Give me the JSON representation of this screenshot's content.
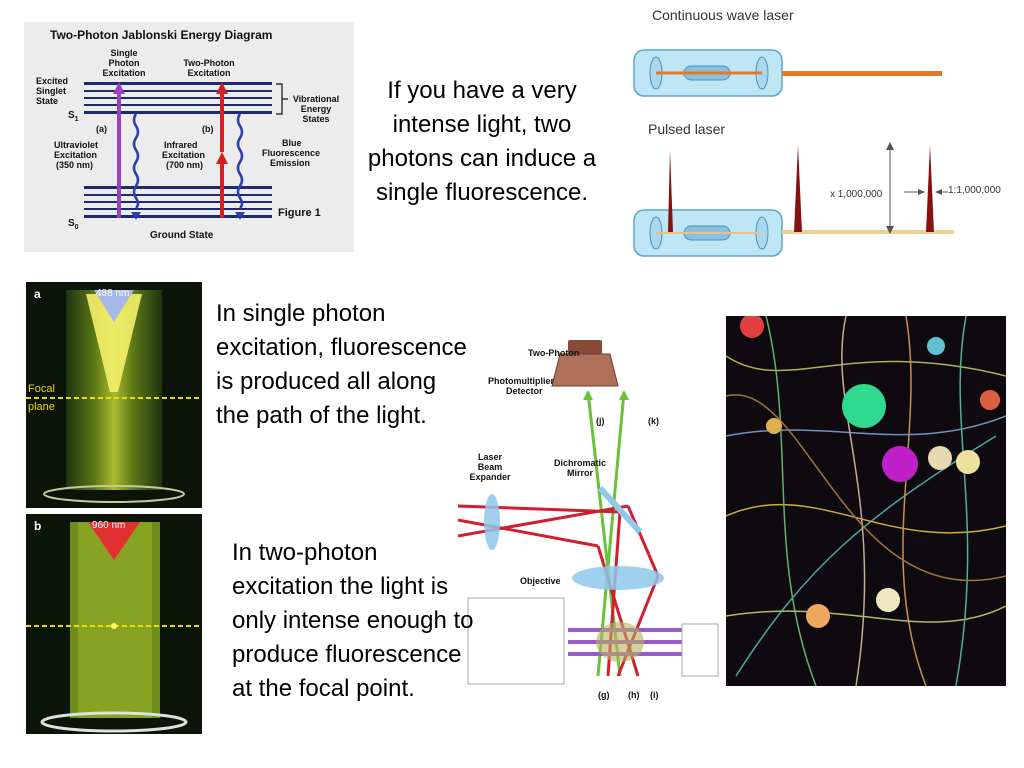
{
  "captions": {
    "intense_light": "If you have a very\nintense light, two\nphotons can induce a\nsingle fluorescence.",
    "single_photon": "In single photon\nexcitation, fluorescence\nis produced all along\nthe path of the light.",
    "two_photon": "In two-photon\nexcitation the light is\nonly intense enough to\nproduce fluorescence\nat the focal point."
  },
  "jablonski": {
    "title": "Two-Photon Jablonski Energy Diagram",
    "single_photon": "Single\nPhoton\nExcitation",
    "two_photon": "Two-Photon\nExcitation",
    "excited_singlet": "Excited\nSinglet\nState",
    "vibrational": "Vibrational\nEnergy\nStates",
    "s1": "S",
    "s1_sub": "1",
    "s0": "S",
    "s0_sub": "0",
    "a": "(a)",
    "b": "(b)",
    "uv": "Ultraviolet\nExcitation\n(350 nm)",
    "ir": "Infrared\nExcitation\n(700 nm)",
    "blue": "Blue\nFluorescence\nEmission",
    "figure": "Figure 1",
    "ground": "Ground State"
  },
  "laser": {
    "cw_title": "Continuous wave laser",
    "pulsed_title": "Pulsed laser",
    "ratio_peak": "x 1,000,000",
    "ratio_duty": "1:1,000,000"
  },
  "excitation": {
    "a_label": "a",
    "a_wavelength": "488 nm",
    "focal": "Focal\nplane",
    "b_label": "b",
    "b_wavelength": "960 nm"
  },
  "microscope": {
    "pmt": "Two-Photon\nPhotomultiplier\nDetector",
    "j": "(j)",
    "k": "(k)",
    "expander": "Laser\nBeam\nExpander",
    "mirror": "Dichromatic\nMirror",
    "objective": "Objective",
    "g": "(g)",
    "h": "(h)",
    "i": "(i)"
  },
  "colors": {
    "uv_arrow": "#9b3fc4",
    "ir_arrow": "#d42020",
    "blue_emission": "#2a3fb0",
    "tube": "#bfe6f5",
    "cw_beam": "#e07a2a",
    "pulse": "#8a1010",
    "green_beam": "#6ac23a",
    "red_beam": "#d02030",
    "lens": "#8ec8ea"
  }
}
